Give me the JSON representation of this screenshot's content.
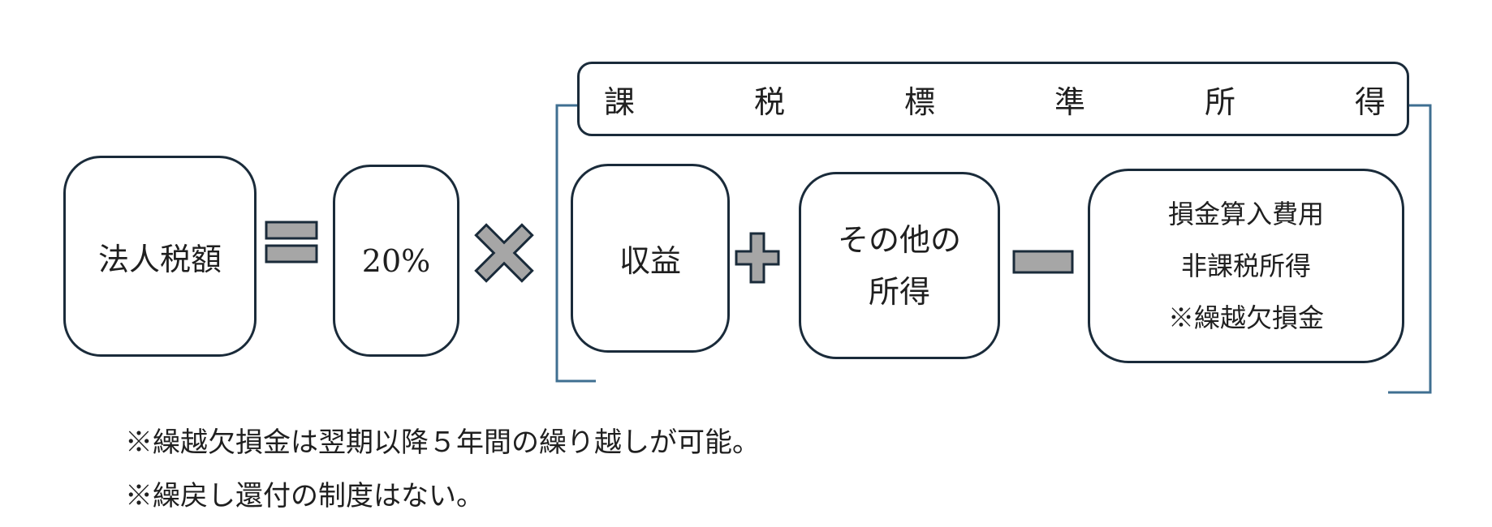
{
  "formula": {
    "corporate_tax": "法人税額",
    "rate": "20%",
    "revenue": "収益",
    "other_income": [
      "その他の",
      "所得"
    ],
    "deductions": [
      "損金算入費用",
      "非課税所得",
      "※繰越欠損金"
    ]
  },
  "taxable_income_label": [
    "課",
    "税",
    "標",
    "準",
    "所",
    "得"
  ],
  "notes": [
    "※繰越欠損金は翌期以降５年間の繰り越しが可能。",
    "※繰戻し還付の制度はない。"
  ],
  "colors": {
    "stroke": "#1a2b3a",
    "operator_fill": "#a6a6a6",
    "bracket": "#3f6f91"
  },
  "operators": [
    "equals-icon",
    "multiply-icon",
    "plus-icon",
    "minus-icon"
  ]
}
